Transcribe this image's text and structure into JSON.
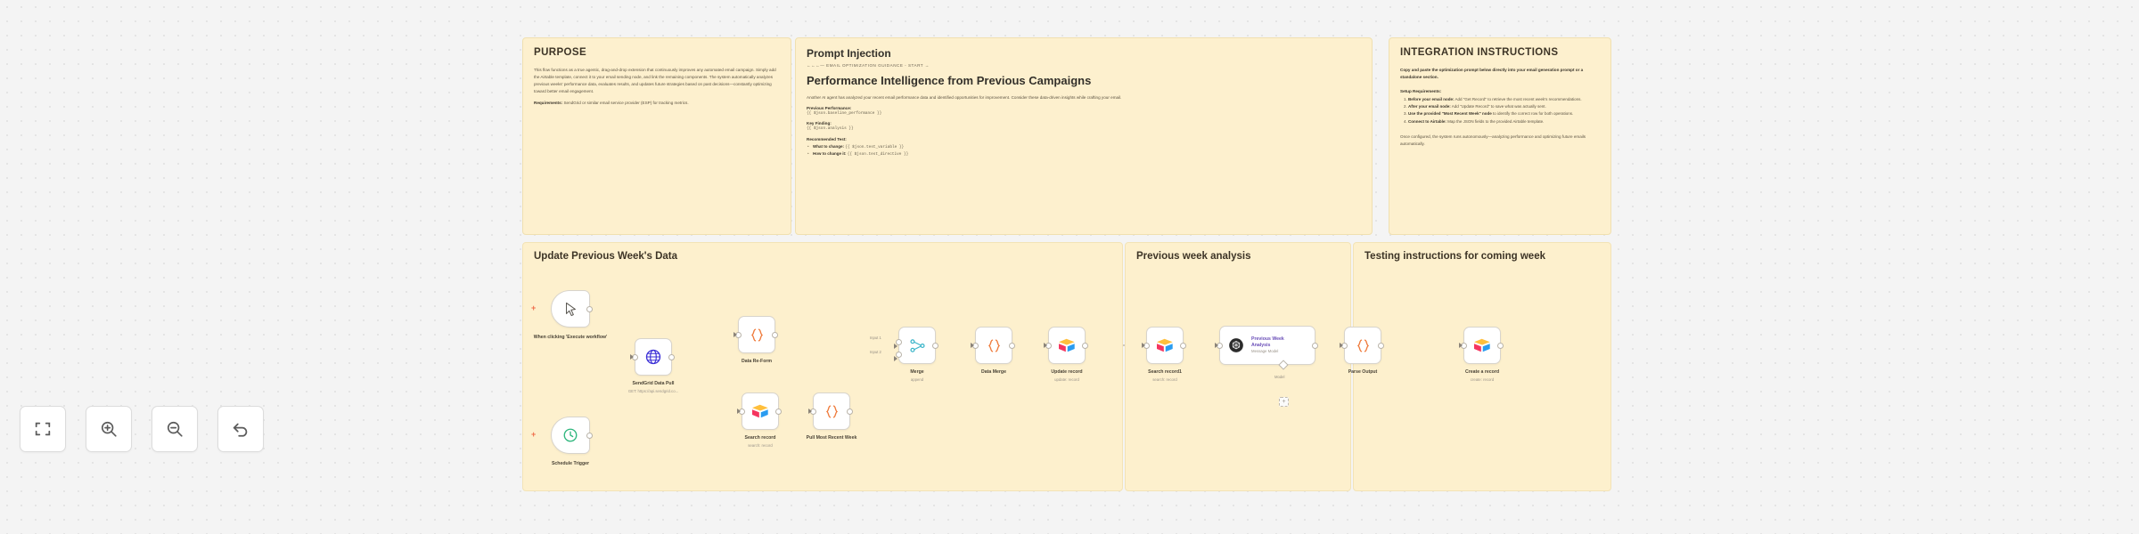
{
  "app": {
    "canvas_name": "n8n-workflow-canvas"
  },
  "sticky_notes": {
    "purpose": {
      "title": "PURPOSE",
      "body": "This flow functions as a true agentic, drag-and-drop extension that continuously improves any automated email campaign. Simply add the Airtable template, connect it to your email sending node, and link the remaining components. The system automatically analyzes previous weeks' performance data, evaluates results, and updates future strategies based on past decisions—constantly optimizing toward better email engagement.",
      "requirements_label": "Requirements:",
      "requirements_text": "SendGrid or similar email service provider (ESP) for tracking metrics."
    },
    "prompt_injection": {
      "title": "Prompt Injection",
      "marker_start": "←←←— EMAIL OPTIMIZATION GUIDANCE - START →",
      "heading": "Performance Intelligence from Previous Campaigns",
      "intro": "Another AI agent has analyzed your recent email performance data and identified opportunities for improvement. Consider these data-driven insights while crafting your email.",
      "prev_perf_label": "Previous Performance:",
      "prev_perf_value": "{{ $json.baseline_performance }}",
      "key_finding_label": "Key Finding:",
      "key_finding_value": "{{ $json.analysis }}",
      "recommended_label": "Recommended Test:",
      "bullets": [
        {
          "label": "What to change:",
          "value": "{{ $json.test_variable }}"
        },
        {
          "label": "How to change it:",
          "value": "{{ $json.test_directive }}"
        }
      ]
    },
    "integration": {
      "title": "INTEGRATION INSTRUCTIONS",
      "lead": "Copy and paste the optimization prompt below directly into your email generation prompt or a standalone section.",
      "setup_label": "Setup Requirements:",
      "steps": [
        {
          "label": "Before your email node:",
          "text": "Add \"Get Record\" to retrieve the most recent week's recommendations."
        },
        {
          "label": "After your email node:",
          "text": "Add \"Update Record\" to save what was actually sent."
        },
        {
          "label": "Use the provided \"Most Recent Week\" node",
          "text": "to identify the correct row for both operations."
        },
        {
          "label": "Connect to Airtable:",
          "text": "Map the JSON fields to the provided Airtable template."
        }
      ],
      "closing": "Once configured, the system runs autonomously—analyzing performance and optimizing future emails automatically."
    },
    "bands": {
      "update": "Update Previous Week's Data",
      "analysis": "Previous week analysis",
      "testing": "Testing instructions for coming week"
    }
  },
  "nodes": [
    {
      "id": "manual-trigger",
      "label": "When clicking 'Execute workflow'",
      "sublabel": "",
      "icon": "cursor-icon"
    },
    {
      "id": "schedule-trigger",
      "label": "Schedule Trigger",
      "sublabel": "",
      "icon": "clock-icon"
    },
    {
      "id": "sendgrid-pull",
      "label": "SendGrid Data Pull",
      "sublabel": "GET: https://api.sendgrid.co...",
      "icon": "globe-icon"
    },
    {
      "id": "data-reform",
      "label": "Data Re-Form",
      "sublabel": "",
      "icon": "code-icon"
    },
    {
      "id": "search-record",
      "label": "Search record",
      "sublabel": "search: record",
      "icon": "airtable-icon"
    },
    {
      "id": "pull-most-recent",
      "label": "Pull Most Recent Week",
      "sublabel": "",
      "icon": "code-icon"
    },
    {
      "id": "merge",
      "label": "Merge",
      "sublabel": "append",
      "icon": "merge-icon"
    },
    {
      "id": "data-merge",
      "label": "Data Merge",
      "sublabel": "",
      "icon": "code-icon"
    },
    {
      "id": "update-record",
      "label": "Update record",
      "sublabel": "update: record",
      "icon": "airtable-icon"
    },
    {
      "id": "search-record1",
      "label": "Search record1",
      "sublabel": "search: record",
      "icon": "airtable-icon"
    },
    {
      "id": "prev-week-analysis",
      "label": "Previous Week Analysis",
      "sublabel": "Message Model",
      "icon": "openai-icon"
    },
    {
      "id": "parse-output",
      "label": "Parse Output",
      "sublabel": "",
      "icon": "code-icon"
    },
    {
      "id": "create-record",
      "label": "Create a record",
      "sublabel": "create: record",
      "icon": "airtable-icon"
    }
  ],
  "port_labels": {
    "input1": "Input 1",
    "input2": "Input 2",
    "model": "Model"
  },
  "toolbar": [
    {
      "id": "fit-view",
      "name": "fit-view-button",
      "tooltip": "Fit view"
    },
    {
      "id": "zoom-in",
      "name": "zoom-in-button",
      "tooltip": "Zoom in"
    },
    {
      "id": "zoom-out",
      "name": "zoom-out-button",
      "tooltip": "Zoom out"
    },
    {
      "id": "reset-zoom",
      "name": "reset-zoom-button",
      "tooltip": "Reset zoom"
    }
  ],
  "colors": {
    "sticky_bg": "#fdf0ce",
    "accent_orange": "#ef6c4a",
    "canvas_bg": "#f4f4f4",
    "node_border": "#d8d4cc"
  }
}
